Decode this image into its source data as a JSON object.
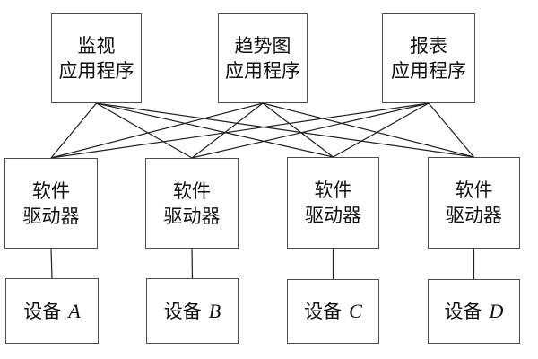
{
  "diagram": {
    "title": "software-driver-architecture-diagram",
    "background_color": "#ffffff",
    "line_color": "#1f1f1f",
    "border_color": "#4d4d4d",
    "text_color": "#111111"
  },
  "nodes": {
    "apps": [
      {
        "id": "app-box-1",
        "line1": "监视",
        "line2": "应用程序"
      },
      {
        "id": "app-box-2",
        "line1": "趋势图",
        "line2": "应用程序"
      },
      {
        "id": "app-box-3",
        "line1": "报表",
        "line2": "应用程序"
      }
    ],
    "drivers": [
      {
        "id": "driver-box-1",
        "line1": "软件",
        "line2": "驱动器"
      },
      {
        "id": "driver-box-2",
        "line1": "软件",
        "line2": "驱动器"
      },
      {
        "id": "driver-box-3",
        "line1": "软件",
        "line2": "驱动器"
      },
      {
        "id": "driver-box-4",
        "line1": "软件",
        "line2": "驱动器"
      }
    ],
    "devices": [
      {
        "id": "device-box-a",
        "prefix": "设备",
        "letter": "A"
      },
      {
        "id": "device-box-b",
        "prefix": "设备",
        "letter": "B"
      },
      {
        "id": "device-box-c",
        "prefix": "设备",
        "letter": "C"
      },
      {
        "id": "device-box-d",
        "prefix": "设备",
        "letter": "D"
      }
    ]
  },
  "edges": [
    {
      "from": "app-box-1",
      "to": "driver-box-1"
    },
    {
      "from": "app-box-1",
      "to": "driver-box-2"
    },
    {
      "from": "app-box-1",
      "to": "driver-box-3"
    },
    {
      "from": "app-box-1",
      "to": "driver-box-4"
    },
    {
      "from": "app-box-2",
      "to": "driver-box-1"
    },
    {
      "from": "app-box-2",
      "to": "driver-box-2"
    },
    {
      "from": "app-box-2",
      "to": "driver-box-3"
    },
    {
      "from": "app-box-2",
      "to": "driver-box-4"
    },
    {
      "from": "app-box-3",
      "to": "driver-box-1"
    },
    {
      "from": "app-box-3",
      "to": "driver-box-2"
    },
    {
      "from": "app-box-3",
      "to": "driver-box-3"
    },
    {
      "from": "app-box-3",
      "to": "driver-box-4"
    },
    {
      "from": "driver-box-1",
      "to": "device-box-a"
    },
    {
      "from": "driver-box-2",
      "to": "device-box-b"
    },
    {
      "from": "driver-box-3",
      "to": "device-box-c"
    },
    {
      "from": "driver-box-4",
      "to": "device-box-d"
    }
  ]
}
